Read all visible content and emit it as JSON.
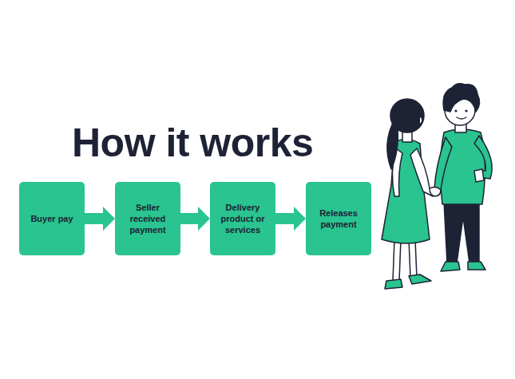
{
  "diagram": {
    "title": "How it works",
    "nodes": [
      {
        "text": [
          "Buyer pay"
        ]
      },
      {
        "text": [
          "Seller received payment"
        ]
      },
      {
        "text": [
          "Delivery product or services"
        ]
      },
      {
        "text": [
          "Releases payment"
        ]
      }
    ],
    "edges": [
      {
        "from": 0,
        "to": 1,
        "arrow": "to"
      },
      {
        "from": 1,
        "to": 2,
        "arrow": "to"
      },
      {
        "from": 2,
        "to": 3,
        "arrow": "to"
      }
    ]
  }
}
